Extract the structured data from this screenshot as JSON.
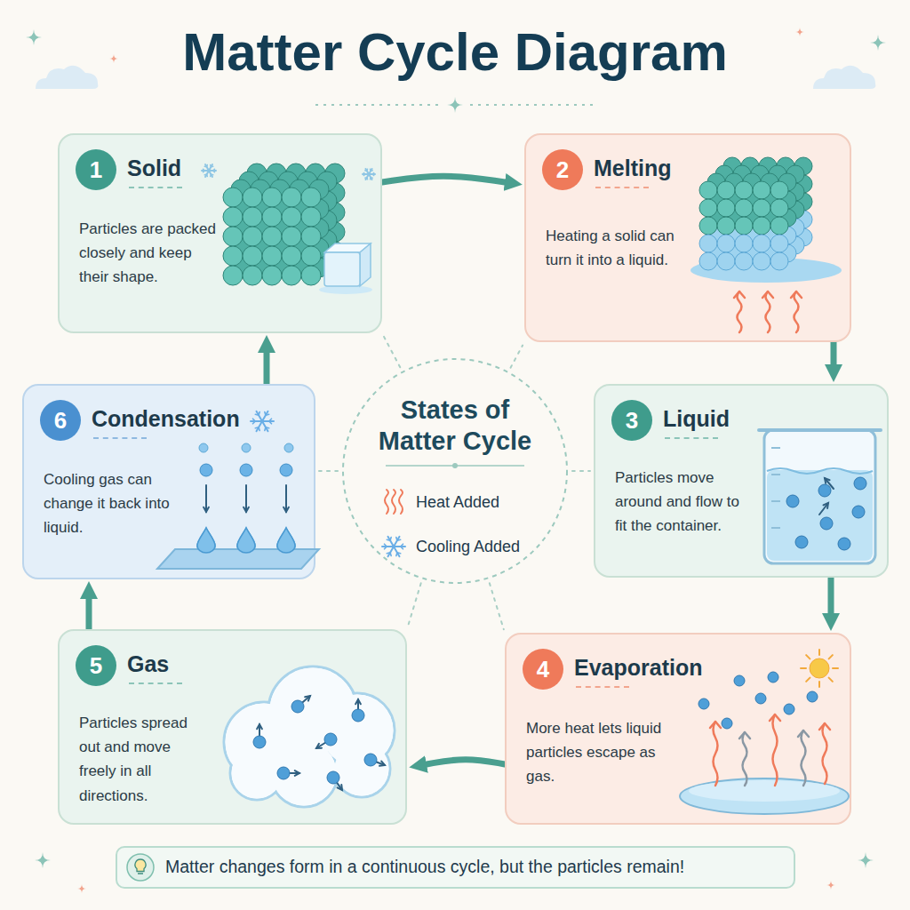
{
  "diagram": {
    "title": "Matter Cycle Diagram",
    "nodes": [
      {
        "text": [
          "1",
          "Solid",
          "Particles are packed closely and keep their shape."
        ]
      },
      {
        "text": [
          "2",
          "Melting",
          "Heating a solid can turn it into a liquid."
        ]
      },
      {
        "text": [
          "3",
          "Liquid",
          "Particles move around and flow to fit the container."
        ]
      },
      {
        "text": [
          "4",
          "Evaporation",
          "More heat lets liquid particles escape as gas."
        ]
      },
      {
        "text": [
          "5",
          "Gas",
          "Particles spread out and move freely in all directions."
        ]
      },
      {
        "text": [
          "6",
          "Condensation",
          "Cooling gas can change it back into liquid."
        ]
      },
      {
        "text": [
          "States of Matter Cycle"
        ]
      },
      {
        "text": [
          "Matter changes form in a continuous cycle, but the particles remain!"
        ]
      }
    ],
    "edges": [
      {
        "from": 0,
        "to": 1,
        "arrow": "to"
      },
      {
        "from": 1,
        "to": 2,
        "arrow": "to"
      },
      {
        "from": 2,
        "to": 3,
        "arrow": "to"
      },
      {
        "from": 3,
        "to": 4,
        "arrow": "to"
      },
      {
        "from": 4,
        "to": 5,
        "arrow": "to"
      },
      {
        "from": 5,
        "to": 0,
        "arrow": "to"
      },
      {
        "from": 6,
        "to": 0,
        "arrow": "none"
      },
      {
        "from": 6,
        "to": 1,
        "arrow": "none"
      },
      {
        "from": 6,
        "to": 2,
        "arrow": "none"
      },
      {
        "from": 6,
        "to": 3,
        "arrow": "none"
      },
      {
        "from": 6,
        "to": 4,
        "arrow": "none"
      },
      {
        "from": 6,
        "to": 5,
        "arrow": "none"
      }
    ],
    "legend": [
      {
        "text": "Heat Added"
      },
      {
        "text": "Cooling Added"
      }
    ]
  }
}
